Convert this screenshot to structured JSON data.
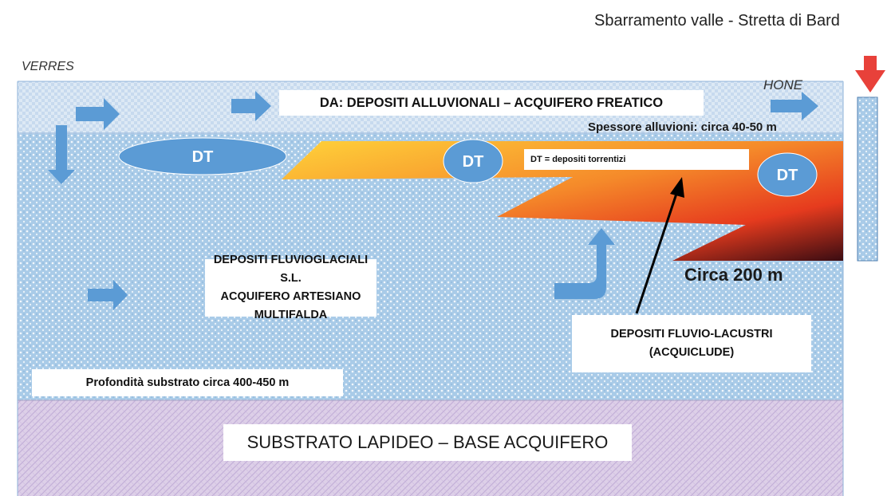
{
  "header": {
    "dam_label": "Sbarramento valle - Stretta di Bard",
    "left_place": "VERRES",
    "right_place": "HONE"
  },
  "layers": {
    "top_aquifer": "DA: DEPOSITI ALLUVIONALI – ACQUIFERO FREATICO",
    "alluvium_thickness": "Spessore alluvioni: circa 40-50 m",
    "fluvioglacial_line1": "DEPOSITI FLUVIOGLACIALI S.L.",
    "fluvioglacial_line2": "ACQUIFERO ARTESIANO MULTIFALDA",
    "lacustrine_line1": "DEPOSITI FLUVIO-LACUSTRI",
    "lacustrine_line2": "(ACQUICLUDE)",
    "wedge_thickness": "Circa 200 m",
    "substrate_depth": "Profondità substrato circa 400-450  m",
    "bedrock": "SUBSTRATO LAPIDEO – BASE ACQUIFERO"
  },
  "dt_label": "DT",
  "dt_legend": "DT = depositi torrentizi",
  "colors": {
    "aquifer_blue": "#a9cbe8",
    "top_layer": "#dde9f5",
    "bedrock_purple": "#d9c9e6",
    "arrow_blue": "#5b9bd5",
    "dam_arrow_red": "#e8413a",
    "wedge_yellow": "#ffd23a",
    "wedge_red": "#e63b1e",
    "wedge_dark": "#3a0c12"
  }
}
